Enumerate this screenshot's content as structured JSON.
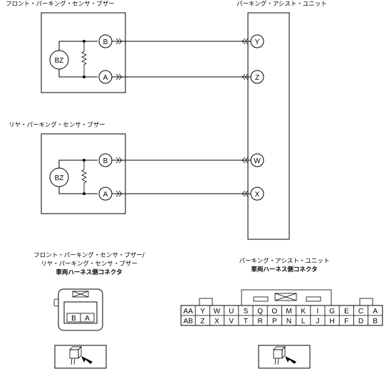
{
  "labels": {
    "front_buzzer": "フロント・パーキング・センサ・ブザー",
    "rear_buzzer": "リヤ・パーキング・センサ・ブザー",
    "unit": "パーキング・アシスト・ユニット",
    "buzzer_connector_line1": "フロント・パーキング・センサ・ブザー/",
    "buzzer_connector_line2": "リヤ・パーキング・センサ・ブザー",
    "buzzer_connector_line3": "車両ハーネス側コネクタ",
    "unit_connector_line1": "パーキング・アシスト・ユニット",
    "unit_connector_line2": "車両ハーネス側コネクタ"
  },
  "buzzer_symbol": "BZ",
  "front_pins": {
    "top": "B",
    "bottom": "A"
  },
  "rear_pins": {
    "top": "B",
    "bottom": "A"
  },
  "unit_pins": {
    "p1": "Y",
    "p2": "Z",
    "p3": "W",
    "p4": "X"
  },
  "buzzer_connector_cells": [
    "B",
    "A"
  ],
  "unit_connector_top_row": [
    "AA",
    "Y",
    "W",
    "U",
    "S",
    "Q",
    "O",
    "M",
    "K",
    "I",
    "G",
    "E",
    "C",
    "A"
  ],
  "unit_connector_bottom_row": [
    "AB",
    "Z",
    "X",
    "V",
    "T",
    "R",
    "P",
    "N",
    "L",
    "J",
    "H",
    "F",
    "D",
    "B"
  ]
}
